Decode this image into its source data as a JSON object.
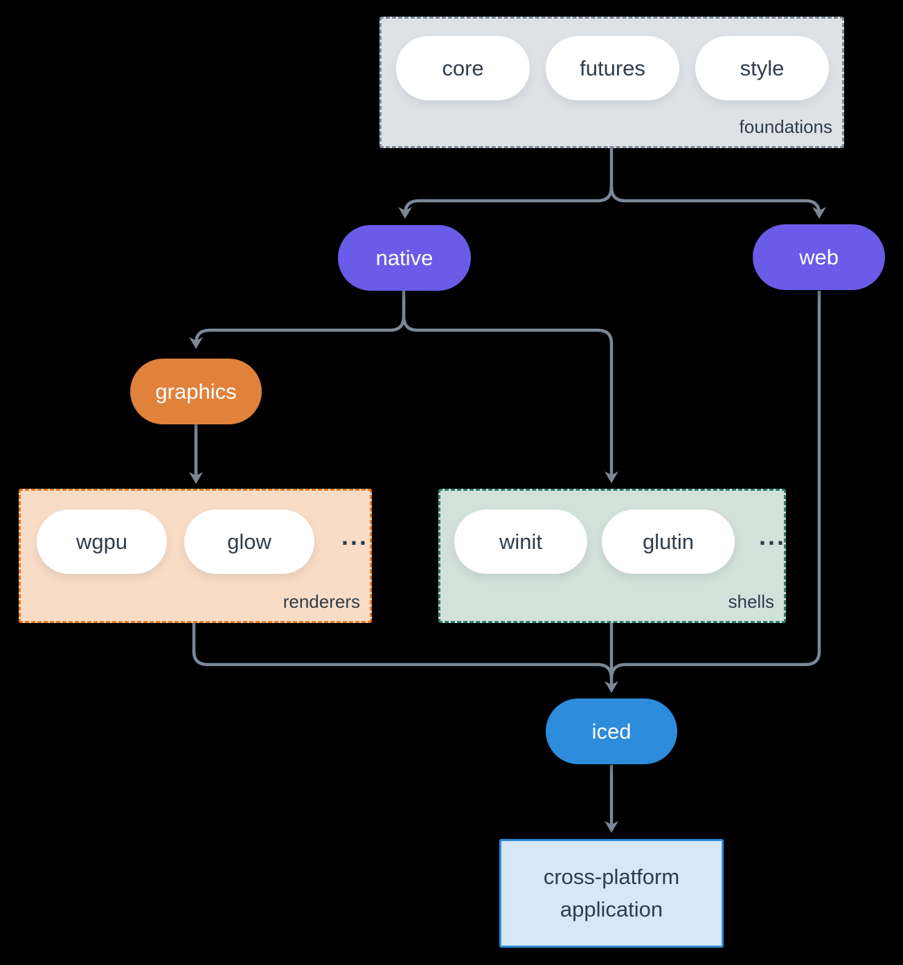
{
  "colors": {
    "background": "#000000",
    "connector": "#7b8896",
    "text-dark": "#2e3d4d",
    "pill-white": "#ffffff",
    "purple": "#6a5be8",
    "orange": "#e0813c",
    "blue": "#2d8cdb",
    "foundations-bg": "#dfe2e5",
    "foundations-border": "#7e8b98",
    "renderers-bg": "#f8dcc6",
    "renderers-border": "#e87a24",
    "shells-bg": "#d2e1d9",
    "shells-border": "#2f7d6d",
    "app-bg": "#d7e7f7",
    "app-border": "#2d8cdb"
  },
  "foundations": {
    "label": "foundations",
    "pills": [
      "core",
      "futures",
      "style"
    ]
  },
  "nodes": {
    "native": "native",
    "web": "web",
    "graphics": "graphics",
    "iced": "iced"
  },
  "renderers": {
    "label": "renderers",
    "pills": [
      "wgpu",
      "glow"
    ],
    "ellipsis": "..."
  },
  "shells": {
    "label": "shells",
    "pills": [
      "winit",
      "glutin"
    ],
    "ellipsis": "..."
  },
  "application": {
    "label": "cross-platform application"
  }
}
